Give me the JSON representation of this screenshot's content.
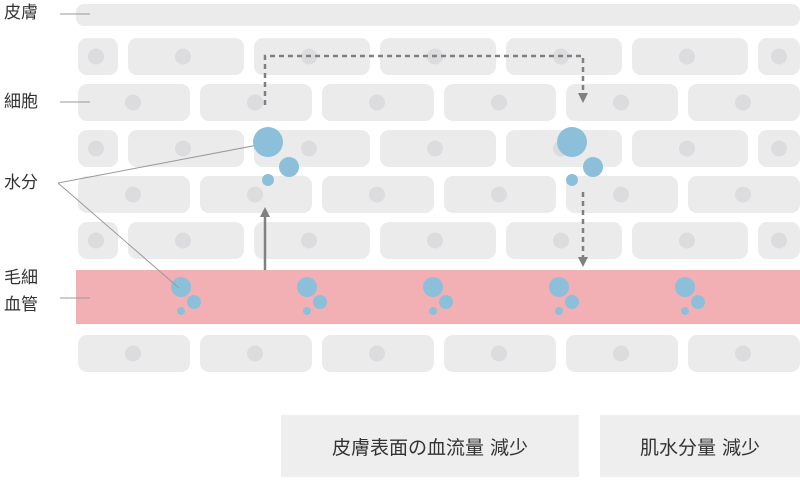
{
  "labels": {
    "skin": "皮膚",
    "cells": "細胞",
    "water": "水分",
    "capillary_line1": "毛細",
    "capillary_line2": "血管"
  },
  "captions": {
    "left": "皮膚表面の血流量 減少",
    "right": "肌水分量 減少"
  },
  "colors": {
    "cell": "#ebebec",
    "cell_nucleus": "#dcdcde",
    "vessel": "#f2b0b5",
    "water": "#8cc0da",
    "arrow": "#808080",
    "caption_bg": "#eeeeee"
  }
}
